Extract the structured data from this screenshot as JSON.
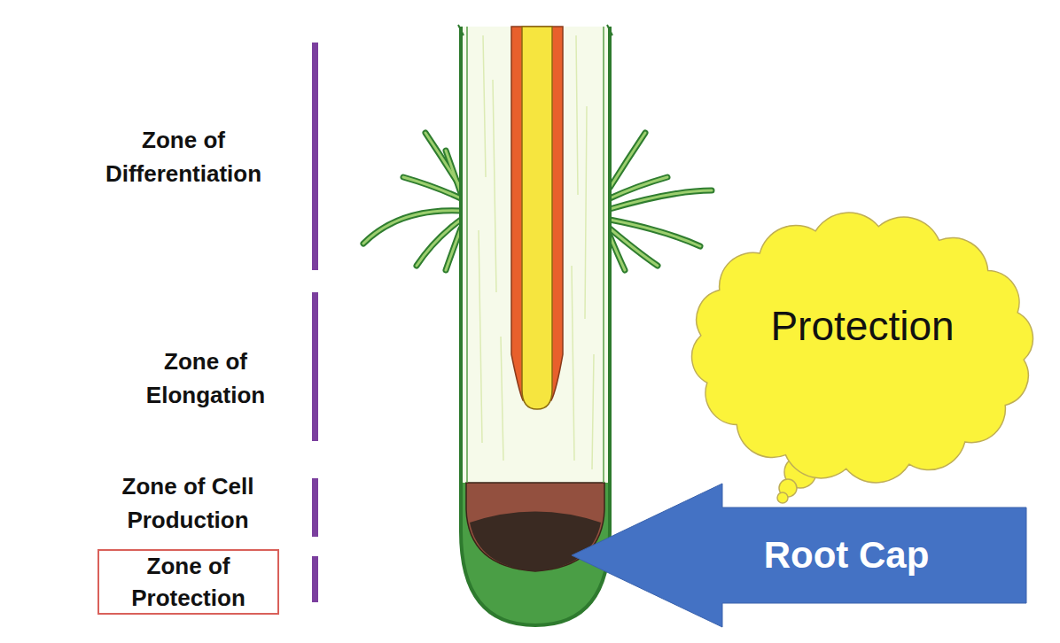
{
  "diagram": {
    "nodes": [
      {
        "text": [
          "Zone of Protection"
        ]
      },
      {
        "text": [
          "Protection"
        ]
      },
      {
        "text": [
          "Root Cap"
        ]
      }
    ],
    "labels": [
      "Zone of Differentiation",
      "Zone of Elongation",
      "Zone of Cell Production"
    ]
  }
}
